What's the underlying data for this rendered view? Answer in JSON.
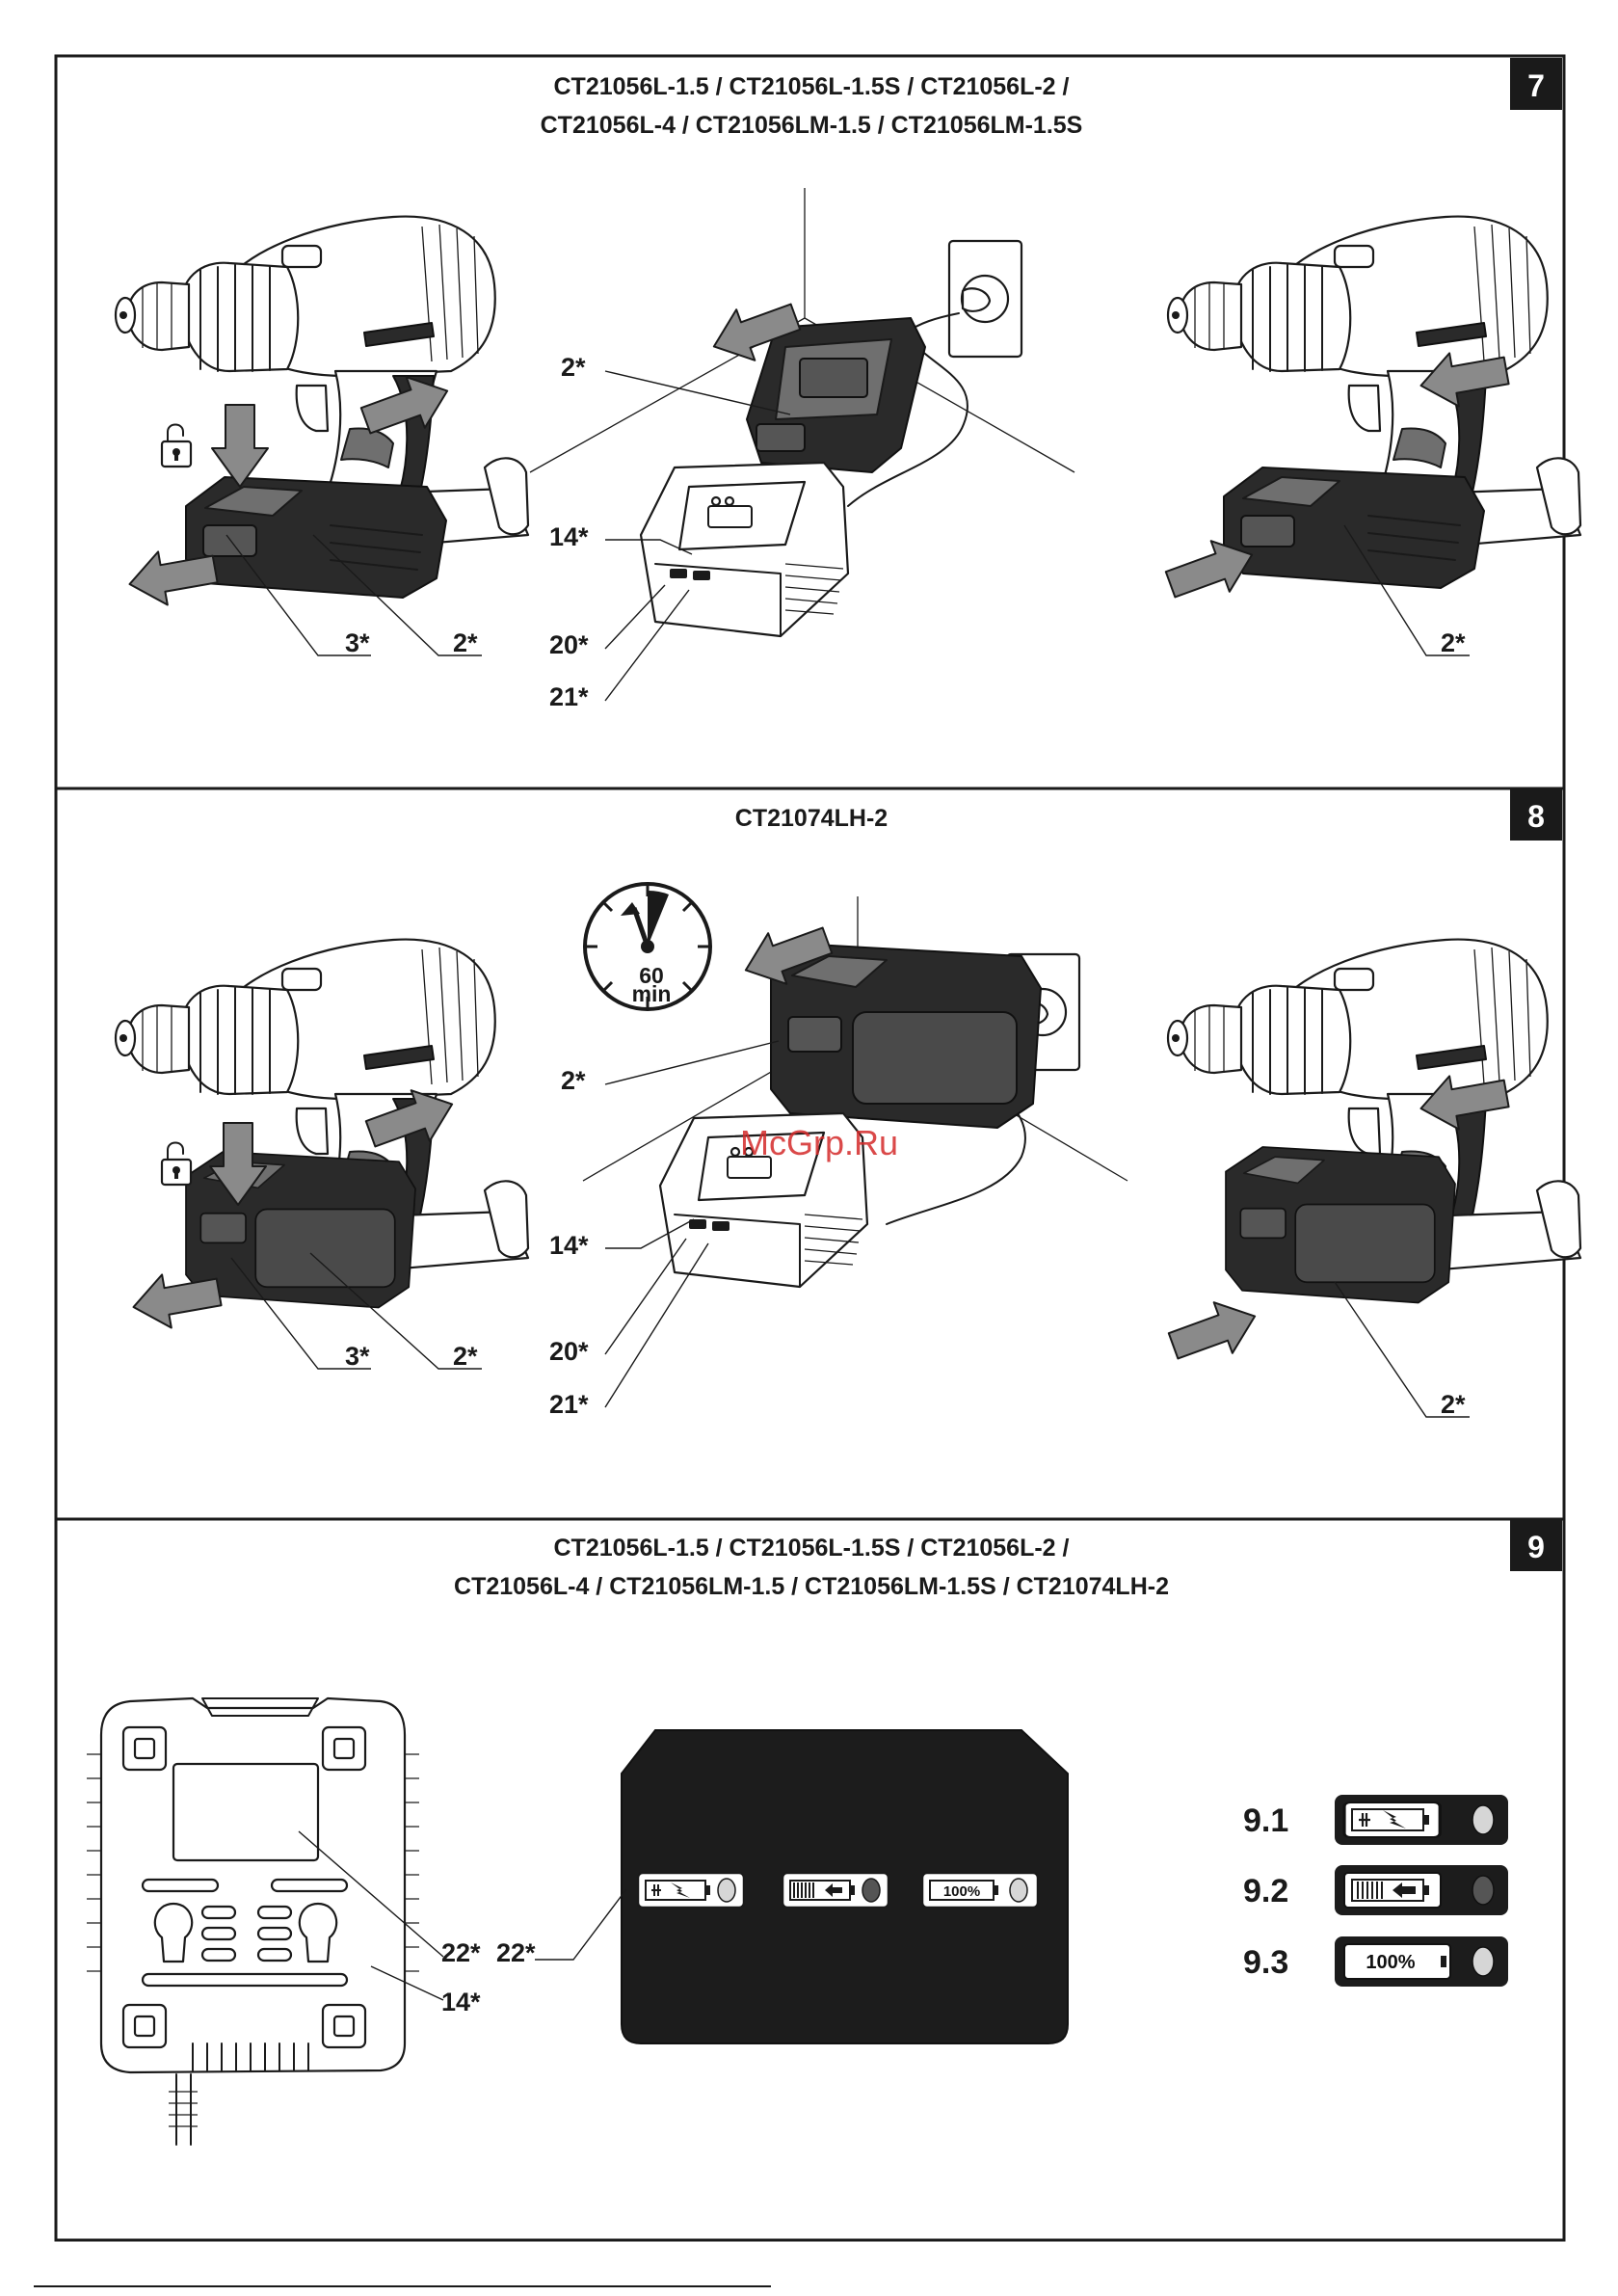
{
  "panel7": {
    "title_line1": "CT21056L-1.5 / CT21056L-1.5S / CT21056L-2 /",
    "title_line2": "CT21056L-4 / CT21056LM-1.5 / CT21056LM-1.5S",
    "tab": "7",
    "callouts": {
      "left_3": "3*",
      "left_2": "2*",
      "mid_2": "2*",
      "mid_14": "14*",
      "mid_20": "20*",
      "mid_21": "21*",
      "right_2": "2*"
    }
  },
  "panel8": {
    "title": "CT21074LH-2",
    "tab": "8",
    "timer_value": "60",
    "timer_unit": "min",
    "watermark": "McGrp.Ru",
    "callouts": {
      "left_3": "3*",
      "left_2": "2*",
      "mid_2": "2*",
      "mid_14": "14*",
      "mid_20": "20*",
      "mid_21": "21*",
      "right_2": "2*"
    }
  },
  "panel9": {
    "title_line1": "CT21056L-1.5 / CT21056L-1.5S / CT21056L-2 /",
    "title_line2": "CT21056L-4 / CT21056LM-1.5 / CT21056LM-1.5S / CT21074LH-2",
    "tab": "9",
    "callouts": {
      "base_22": "22*",
      "base_14": "14*",
      "panel_22": "22*"
    },
    "panel_full_label": "100%",
    "legend": [
      {
        "number": "9.1",
        "icon": "battery-charging-icon"
      },
      {
        "number": "9.2",
        "icon": "battery-level-icon"
      },
      {
        "number": "9.3",
        "icon": "battery-full-icon",
        "label": "100%"
      }
    ]
  },
  "colors": {
    "line": "#1a1a1a",
    "tab_bg": "#1a1a1a",
    "arrow_fill": "#8a8a8a",
    "battery_dark": "#2a2a2a",
    "led_panel": "#1c1c1c",
    "watermark": "#d42a2a"
  }
}
